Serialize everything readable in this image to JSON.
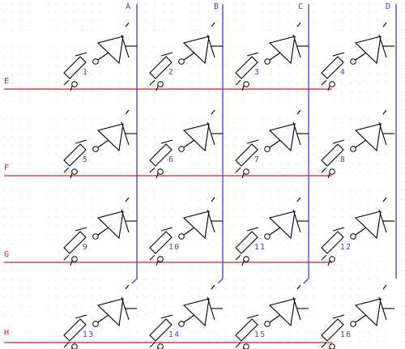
{
  "diagram": {
    "column_labels": [
      "A",
      "B",
      "C",
      "D"
    ],
    "row_labels": [
      "E",
      "F",
      "G",
      "H"
    ],
    "key_numbers": [
      "1",
      "2",
      "3",
      "4",
      "5",
      "6",
      "7",
      "8",
      "9",
      "10",
      "11",
      "12",
      "13",
      "14",
      "15",
      "16"
    ]
  },
  "colors": {
    "column_wire": "#4d38cc",
    "row_wire": "#d0202a",
    "symbol": "#000000",
    "grid_dot": "#b9b9b9"
  },
  "components": {
    "switch_symbol": "switch-icon",
    "diode_symbol": "diode-icon"
  }
}
